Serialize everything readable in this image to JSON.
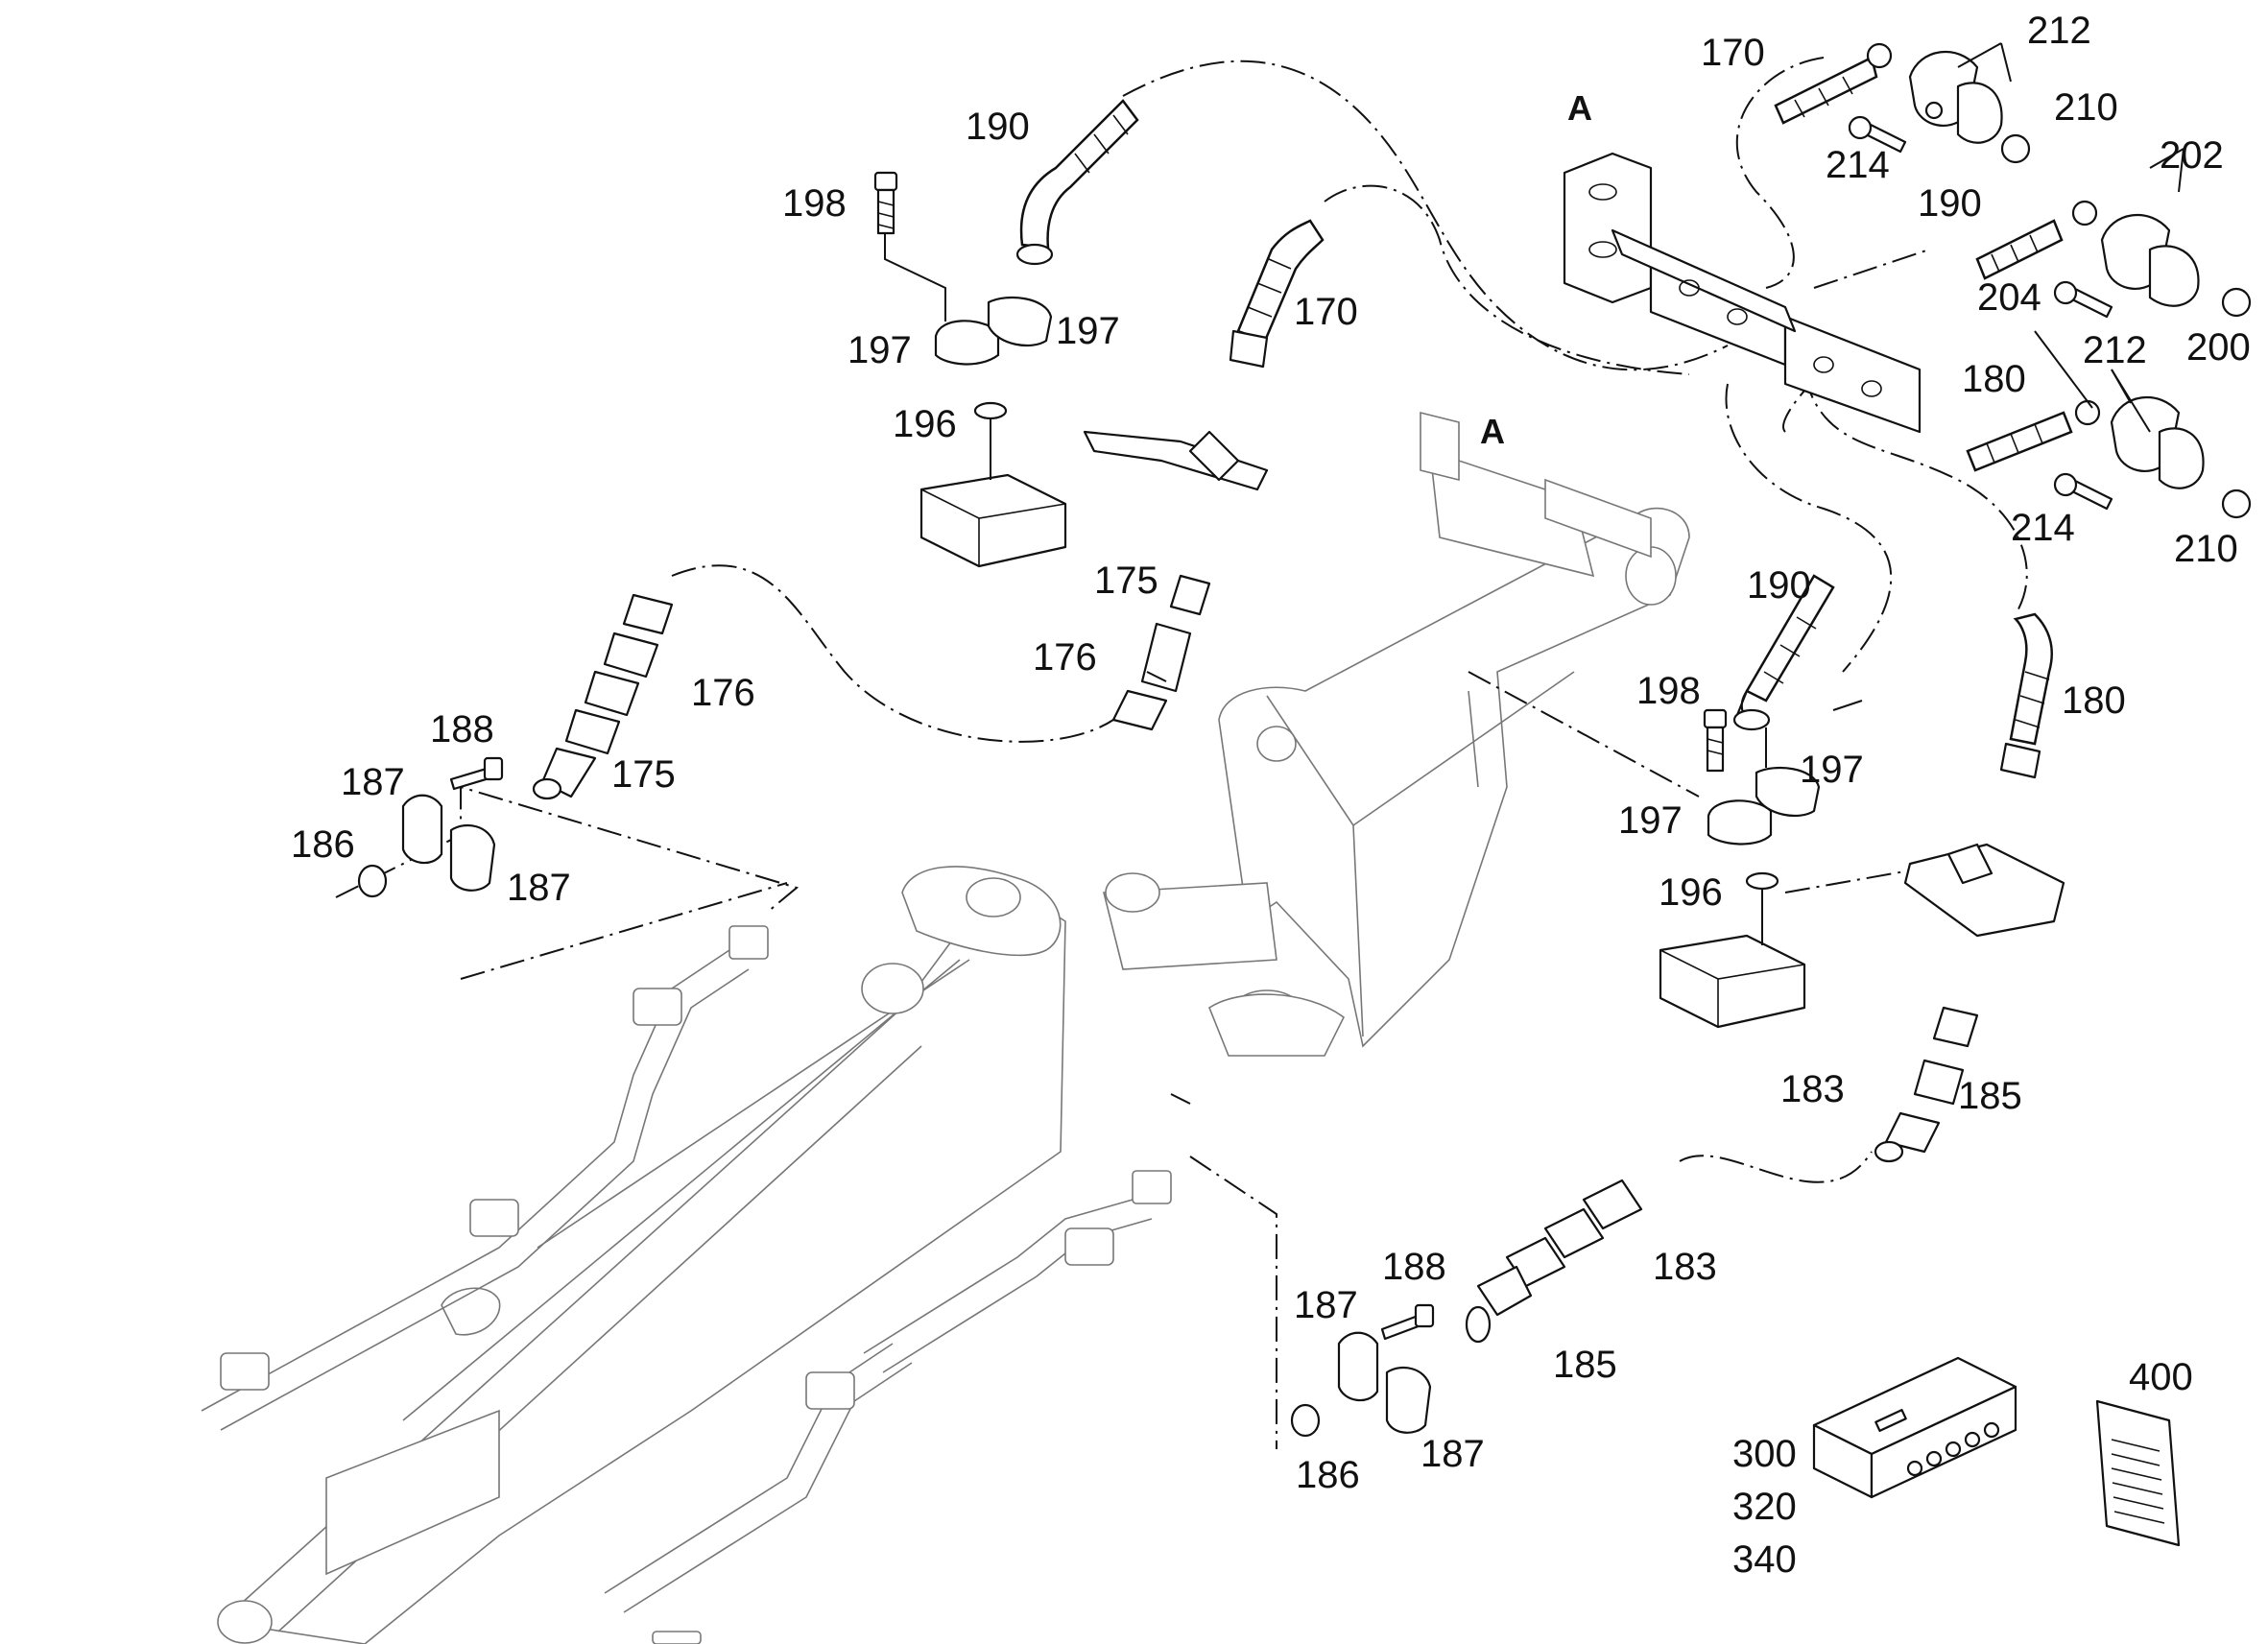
{
  "figure": {
    "callouts": [
      {
        "id": "c170a",
        "text": "170"
      },
      {
        "id": "c212a",
        "text": "212"
      },
      {
        "id": "c210a",
        "text": "210"
      },
      {
        "id": "c214a",
        "text": "214"
      },
      {
        "id": "c190a",
        "text": "190"
      },
      {
        "id": "c202",
        "text": "202"
      },
      {
        "id": "c204",
        "text": "204"
      },
      {
        "id": "c200",
        "text": "200"
      },
      {
        "id": "c212b",
        "text": "212"
      },
      {
        "id": "c180a",
        "text": "180"
      },
      {
        "id": "c214b",
        "text": "214"
      },
      {
        "id": "c210b",
        "text": "210"
      },
      {
        "id": "c190b",
        "text": "190"
      },
      {
        "id": "c198a",
        "text": "198"
      },
      {
        "id": "c197a",
        "text": "197"
      },
      {
        "id": "c197b",
        "text": "197"
      },
      {
        "id": "c196a",
        "text": "196"
      },
      {
        "id": "c170b",
        "text": "170"
      },
      {
        "id": "c175a",
        "text": "175"
      },
      {
        "id": "c176a",
        "text": "176"
      },
      {
        "id": "c176b",
        "text": "176"
      },
      {
        "id": "c188a",
        "text": "188"
      },
      {
        "id": "c187a",
        "text": "187"
      },
      {
        "id": "c175b",
        "text": "175"
      },
      {
        "id": "c186a",
        "text": "186"
      },
      {
        "id": "c187b",
        "text": "187"
      },
      {
        "id": "c190c",
        "text": "190"
      },
      {
        "id": "c198b",
        "text": "198"
      },
      {
        "id": "c197c",
        "text": "197"
      },
      {
        "id": "c197d",
        "text": "197"
      },
      {
        "id": "c196b",
        "text": "196"
      },
      {
        "id": "c180b",
        "text": "180"
      },
      {
        "id": "c183a",
        "text": "183"
      },
      {
        "id": "c185a",
        "text": "185"
      },
      {
        "id": "c183b",
        "text": "183"
      },
      {
        "id": "c185b",
        "text": "185"
      },
      {
        "id": "c188b",
        "text": "188"
      },
      {
        "id": "c187c",
        "text": "187"
      },
      {
        "id": "c186b",
        "text": "186"
      },
      {
        "id": "c187d",
        "text": "187"
      },
      {
        "id": "c300",
        "text": "300"
      },
      {
        "id": "c320",
        "text": "320"
      },
      {
        "id": "c340",
        "text": "340"
      },
      {
        "id": "c400",
        "text": "400"
      }
    ],
    "detail_markers": [
      {
        "id": "a1",
        "text": "A"
      },
      {
        "id": "a2",
        "text": "A"
      }
    ]
  }
}
